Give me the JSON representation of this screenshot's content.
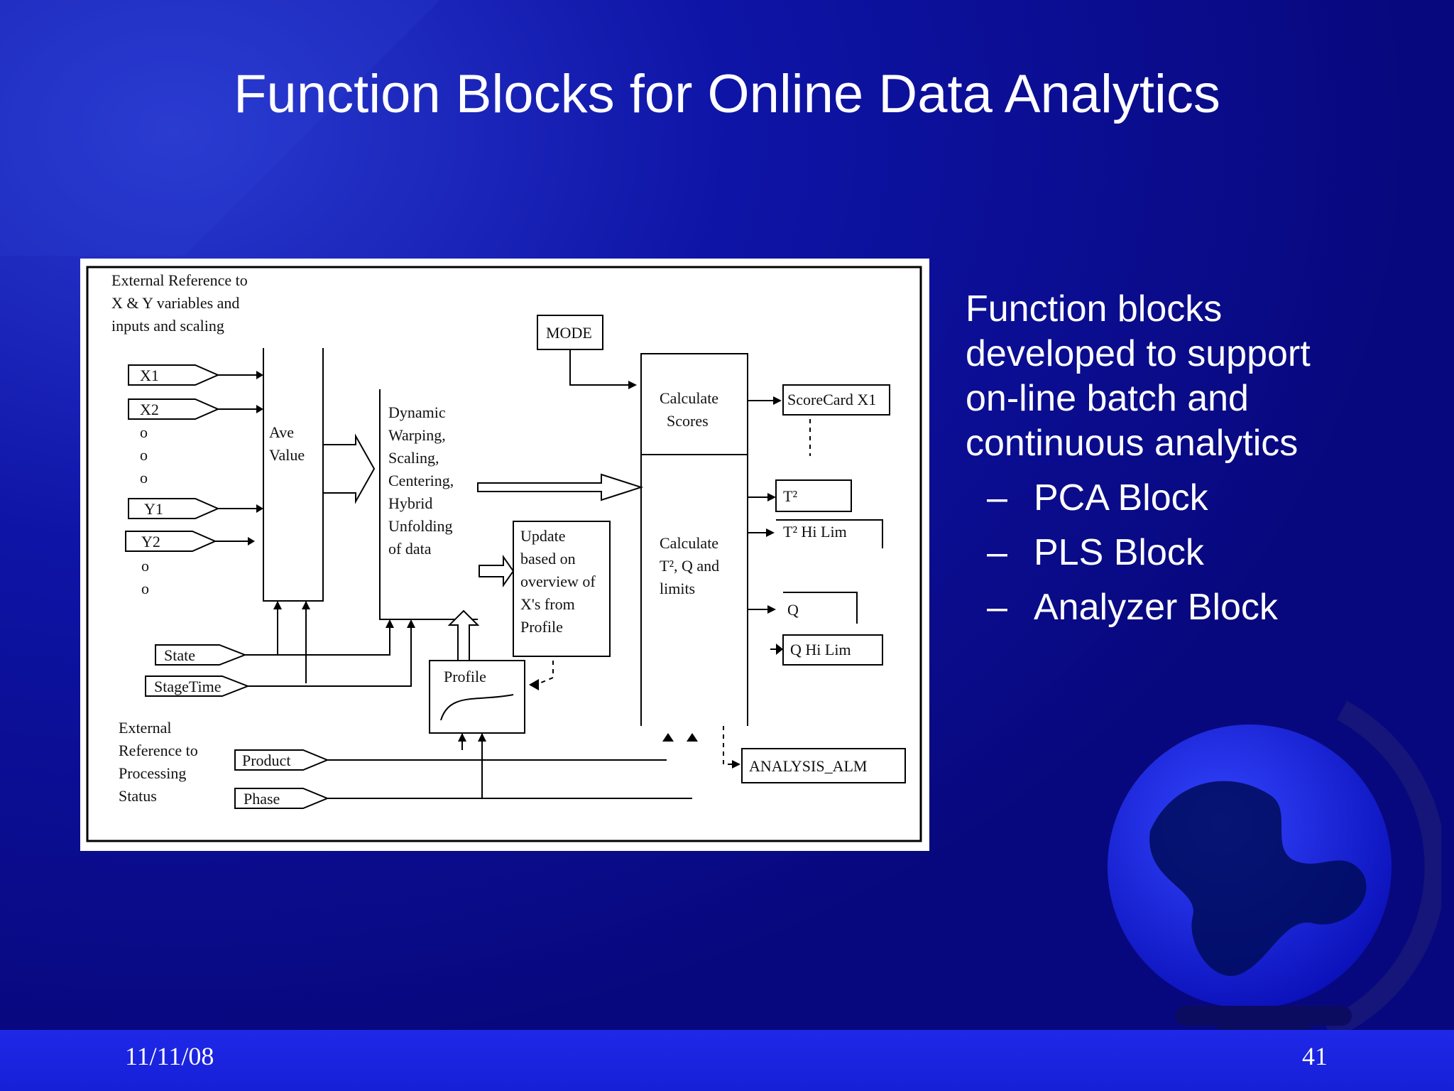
{
  "slide": {
    "title": "Function Blocks for Online Data Analytics",
    "date": "11/11/08",
    "page_number": "41",
    "colors": {
      "background": "#0a0a8e",
      "footer": "#1a22e0",
      "text": "#ffffff"
    }
  },
  "right_panel": {
    "lead_lines": [
      "Function blocks",
      "developed to support",
      "on-line batch and",
      "continuous analytics"
    ],
    "dash": "–",
    "bullets": [
      "PCA Block",
      "PLS Block",
      "Analyzer Block"
    ]
  },
  "diagram": {
    "ext_ref_xy": [
      "External Reference to",
      "X & Y variables and",
      "inputs and scaling"
    ],
    "inputs": {
      "x1": "X1",
      "x2": "X2",
      "y1": "Y1",
      "y2": "Y2",
      "continuation": "o"
    },
    "ave_value": [
      "Ave",
      "Value"
    ],
    "dynamic_warping": [
      "Dynamic",
      "Warping,",
      "Scaling,",
      "Centering,",
      "Hybrid",
      "Unfolding",
      "of data"
    ],
    "update": [
      "Update",
      "based on",
      "overview of",
      "X's from",
      "Profile"
    ],
    "mode": "MODE",
    "calculate_scores": [
      "Calculate",
      "Scores"
    ],
    "calculate_t2": [
      "Calculate",
      "T², Q and",
      "limits"
    ],
    "outputs": {
      "score": "ScoreCard X1",
      "t2": "T²",
      "t2_hi": "T² Hi Lim",
      "q": "Q",
      "q_hi": "Q Hi Lim",
      "analysis_alm": "ANALYSIS_ALM"
    },
    "state": "State",
    "stage_time": "StageTime",
    "profile": "Profile",
    "ext_ref_processing": [
      "External",
      "Reference to",
      "Processing",
      "Status"
    ],
    "product": "Product",
    "phase": "Phase"
  }
}
